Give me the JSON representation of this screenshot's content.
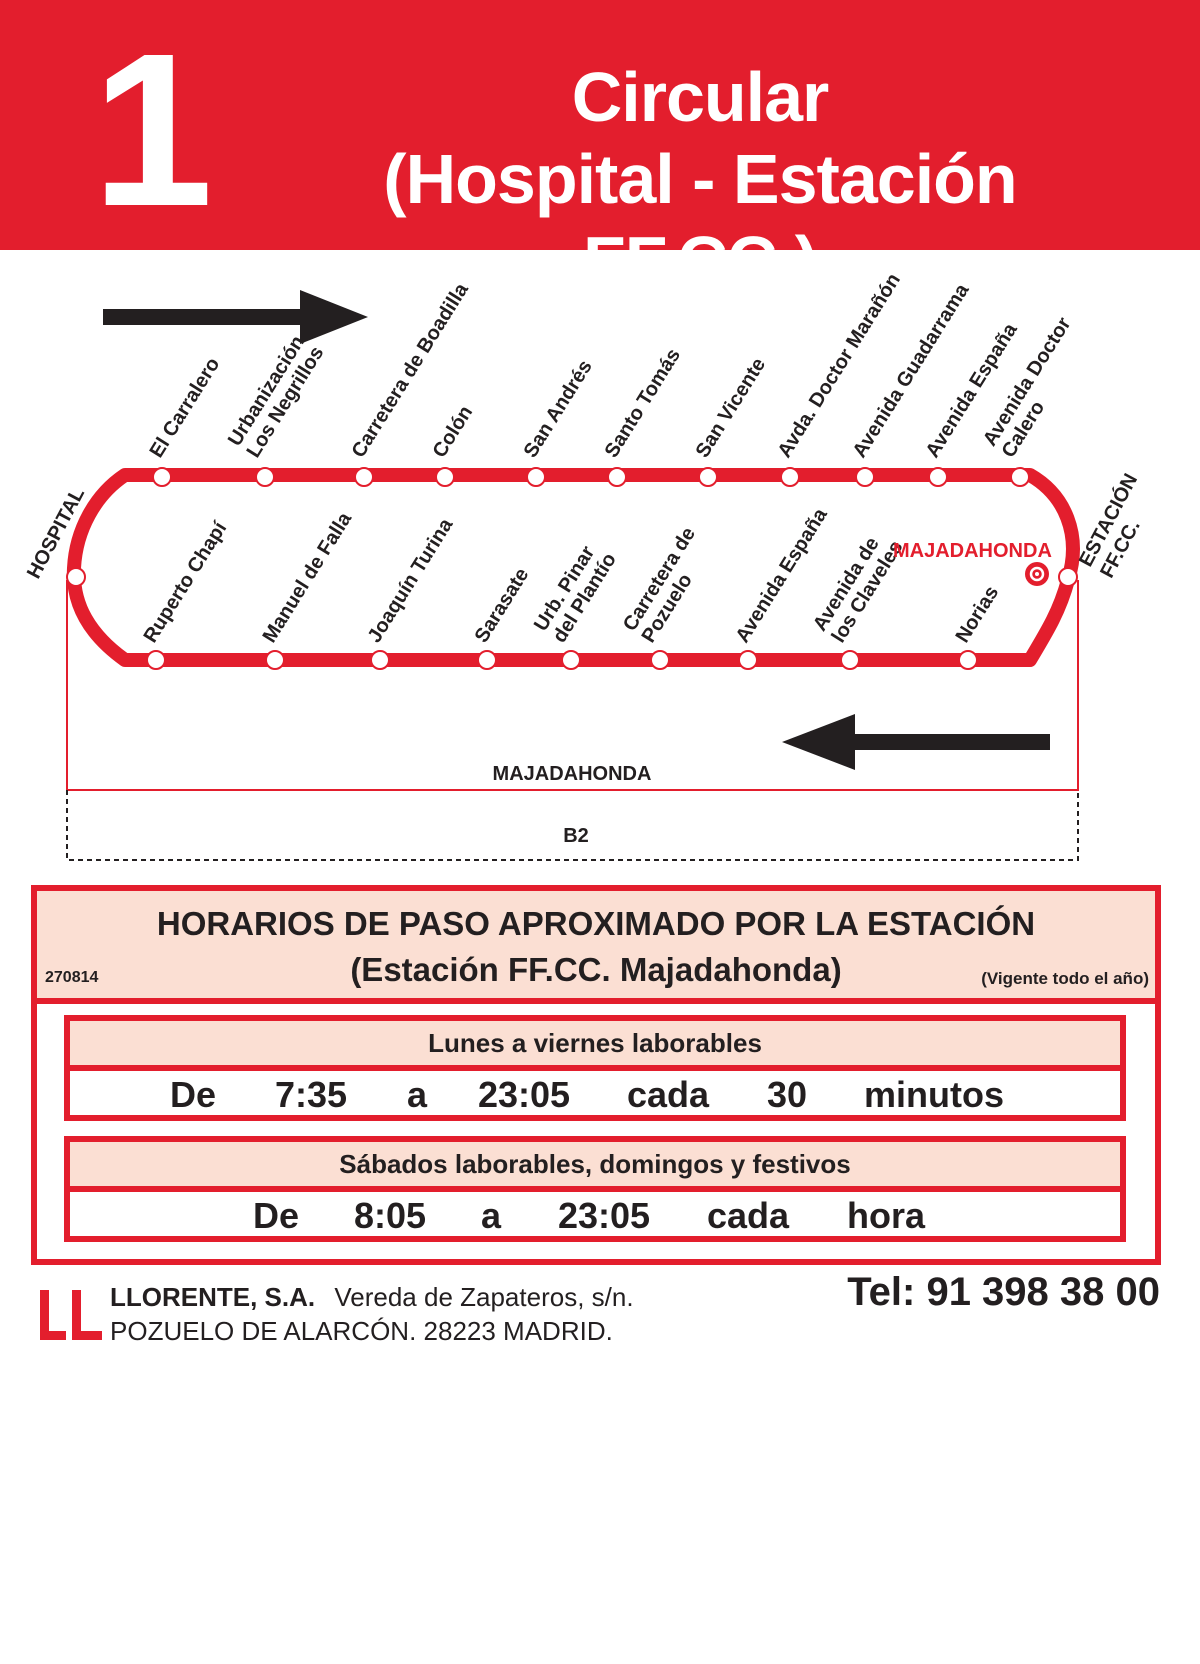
{
  "header": {
    "route_number": "1",
    "title_line1": "Circular",
    "title_line2": "(Hospital - Estación FF.CC.)"
  },
  "map": {
    "endpoint_left": "HOSPITAL",
    "endpoint_right": [
      "ESTACIÓN",
      "FF.CC."
    ],
    "top_stops": [
      [
        "El Carralero"
      ],
      [
        "Urbanización",
        "Los Negrillos"
      ],
      [
        "Carretera de Boadilla"
      ],
      [
        "Colón"
      ],
      [
        "San Andrés"
      ],
      [
        "Santo Tomás"
      ],
      [
        "San Vicente"
      ],
      [
        "Avda. Doctor Marañón"
      ],
      [
        "Avenida Guadarrama"
      ],
      [
        "Avenida España"
      ],
      [
        "Avenida Doctor",
        "Calero"
      ]
    ],
    "bottom_stops": [
      [
        "Ruperto Chapí"
      ],
      [
        "Manuel de Falla"
      ],
      [
        "Joaquín Turina"
      ],
      [
        "Sarasate"
      ],
      [
        "Urb. Pinar",
        "del Plantío"
      ],
      [
        "Carretera de",
        "Pozuelo"
      ],
      [
        "Avenida España"
      ],
      [
        "Avenida de",
        "los Claveles"
      ],
      [
        "Norias"
      ]
    ],
    "zone_label_red": "MAJADAHONDA",
    "zone_label": "MAJADAHONDA",
    "fare_zone": "B2",
    "colors": {
      "route": "#e31e2d",
      "arrow": "#231f20"
    }
  },
  "schedule": {
    "title_line1": "HORARIOS DE PASO APROXIMADO POR LA ESTACIÓN",
    "title_line2": "(Estación FF.CC. Majadahonda)",
    "code": "270814",
    "validity": "(Vigente todo el año)",
    "weekdays": {
      "label": "Lunes a viernes laborables",
      "from_word": "De",
      "from_time": "7:35",
      "to_word": "a",
      "to_time": "23:05",
      "every_word": "cada",
      "every_value": "30",
      "every_unit": "minutos"
    },
    "weekends": {
      "label": "Sábados laborables, domingos y festivos",
      "from_word": "De",
      "from_time": "8:05",
      "to_word": "a",
      "to_time": "23:05",
      "every_word": "cada",
      "every_unit": "hora"
    }
  },
  "footer": {
    "logo": "LL",
    "company": "LLORENTE, S.A.",
    "address_line1": "Vereda de Zapateros, s/n.",
    "address_line2": "POZUELO DE ALARCÓN. 28223 MADRID.",
    "phone": "Tel: 91 398 38 00"
  }
}
